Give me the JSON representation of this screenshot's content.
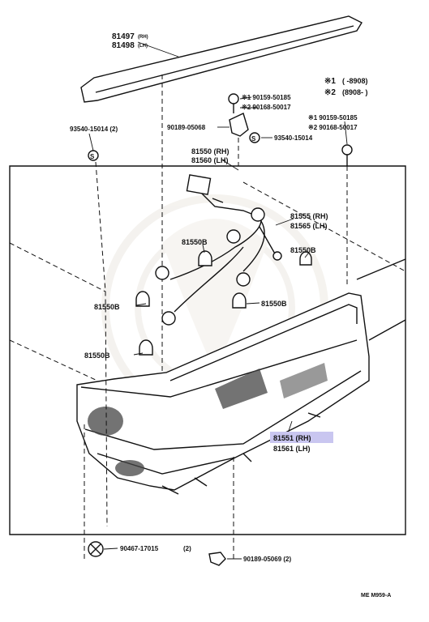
{
  "labels": {
    "moulding_rh": "81497",
    "moulding_rh_tag": "(RH)",
    "moulding_lh": "81498",
    "moulding_lh_tag": "(LH)",
    "note_line1_mark": "※1",
    "note_line1_text": "(      -8908)",
    "note_line2_mark": "※2",
    "note_line2_text": "(8908-       )",
    "screw_a1": "※1 90159-50185",
    "screw_a2": "※2 90168-50017",
    "screw_b1": "※1 90159-50185",
    "screw_b2": "※2 90168-50017",
    "clip_left": "93540-15014 (2)",
    "clamp": "90189-05068",
    "nut_mid": "93540-15014",
    "socket_rh": "81550 (RH)",
    "socket_lh": "81560 (LH)",
    "harness_rh": "81555 (RH)",
    "harness_lh": "81565 (LH)",
    "bulb_1": "81550B",
    "bulb_2": "81550B",
    "bulb_3": "81550B",
    "bulb_4": "81550B",
    "bulb_5": "81550B",
    "lamp_rh": "81551 (RH)",
    "lamp_lh": "81561 (LH)",
    "bolt_bottom": "90467-17015",
    "bolt_bottom_qty": "(2)",
    "clip_bottom": "90189-05069 (2)",
    "figure_code": "ME  M959-A"
  },
  "colors": {
    "highlight": "#c9c6f0",
    "ink": "#111111",
    "watermark": "#ece9e2"
  }
}
